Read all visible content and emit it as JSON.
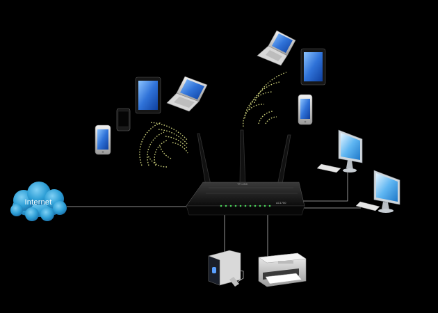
{
  "diagram": {
    "cloud_label": "Internet",
    "router_brand": "TP-LINK",
    "router_model": "AC1750",
    "colors": {
      "background": "#000000",
      "wifi_wave": "#c8cc78",
      "cloud": "#2e9fd6",
      "screen": "#2f72d8",
      "led": "#4bd35a",
      "cable": "#bbbbbb"
    },
    "nodes": [
      {
        "name": "internet-cloud",
        "icon": "cloud-icon"
      },
      {
        "name": "wireless-router",
        "icon": "router-icon"
      },
      {
        "name": "smartphone-left",
        "icon": "smartphone-icon"
      },
      {
        "name": "phone-black",
        "icon": "phone-icon"
      },
      {
        "name": "tablet-left",
        "icon": "tablet-icon"
      },
      {
        "name": "laptop-left",
        "icon": "laptop-icon"
      },
      {
        "name": "laptop-top",
        "icon": "laptop-icon"
      },
      {
        "name": "tablet-right",
        "icon": "tablet-icon"
      },
      {
        "name": "smartphone-right",
        "icon": "smartphone-icon"
      },
      {
        "name": "desktop-computer-1",
        "icon": "desktop-icon"
      },
      {
        "name": "desktop-computer-2",
        "icon": "desktop-icon"
      },
      {
        "name": "external-hard-drive",
        "icon": "hard-drive-icon"
      },
      {
        "name": "printer",
        "icon": "printer-icon"
      }
    ]
  }
}
